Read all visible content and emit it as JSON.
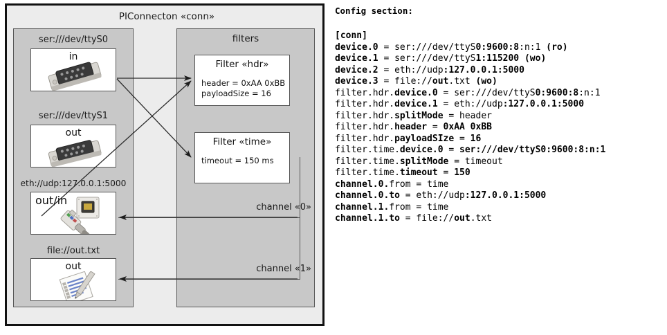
{
  "diagram": {
    "title": "PIConnecton «conn»",
    "devices_panel": {
      "name": "devices",
      "items": [
        {
          "label": "ser:///dev/ttyS0",
          "direction": "in",
          "icon": "serial-port-icon"
        },
        {
          "label": "ser:///dev/ttyS1",
          "direction": "out",
          "icon": "serial-port-icon"
        },
        {
          "label": "eth://udp:127.0.0.1:5000",
          "direction": "out/in",
          "icon": "network-jack-icon"
        },
        {
          "label": "file://out.txt",
          "direction": "out",
          "icon": "text-file-icon"
        }
      ]
    },
    "filters_panel": {
      "title": "filters",
      "filters": [
        {
          "title": "Filter «hdr»",
          "props": [
            "header = 0xAA 0xBB",
            "payloadSize = 16"
          ]
        },
        {
          "title": "Filter «time»",
          "props": [
            "timeout = 150 ms"
          ]
        }
      ],
      "channels": [
        {
          "label": "channel «0»"
        },
        {
          "label": "channel «1»"
        }
      ]
    }
  },
  "config": {
    "heading": "Config section:",
    "lines": [
      [
        {
          "t": "[conn]",
          "b": true
        }
      ],
      [
        {
          "t": "device.0 ",
          "b": true
        },
        {
          "t": "= ser:///dev/ttyS",
          "b": false
        },
        {
          "t": "0:9600:8",
          "b": true
        },
        {
          "t": ":n:1 ",
          "b": false
        },
        {
          "t": "(ro)",
          "b": true
        }
      ],
      [
        {
          "t": "device.1 ",
          "b": true
        },
        {
          "t": "= ser:///dev/ttyS",
          "b": false
        },
        {
          "t": "1:115200 ",
          "b": true
        },
        {
          "t": "(wo)",
          "b": true
        }
      ],
      [
        {
          "t": "device.2 ",
          "b": true
        },
        {
          "t": "= eth://udp",
          "b": false
        },
        {
          "t": ":127.0.0.1:5000",
          "b": true
        }
      ],
      [
        {
          "t": "device.3 ",
          "b": true
        },
        {
          "t": "= file://",
          "b": false
        },
        {
          "t": "out",
          "b": true
        },
        {
          "t": ".txt ",
          "b": false
        },
        {
          "t": "(wo)",
          "b": true
        }
      ],
      [
        {
          "t": "filter.hdr.",
          "b": false
        },
        {
          "t": "device.0 ",
          "b": true
        },
        {
          "t": "= ser:///dev/ttyS",
          "b": false
        },
        {
          "t": "0:9600:8",
          "b": true
        },
        {
          "t": ":n:1",
          "b": false
        }
      ],
      [
        {
          "t": "filter.hdr.",
          "b": false
        },
        {
          "t": "device.1 ",
          "b": true
        },
        {
          "t": "= eth://udp",
          "b": false
        },
        {
          "t": ":127.0.0.1:5000",
          "b": true
        }
      ],
      [
        {
          "t": "filter.hdr.",
          "b": false
        },
        {
          "t": "splitMode ",
          "b": true
        },
        {
          "t": "= header",
          "b": false
        }
      ],
      [
        {
          "t": "filter.hdr.",
          "b": false
        },
        {
          "t": "header ",
          "b": true
        },
        {
          "t": "= ",
          "b": false
        },
        {
          "t": "0xAA 0xBB",
          "b": true
        }
      ],
      [
        {
          "t": "filter.hdr.",
          "b": false
        },
        {
          "t": "payloadSIze ",
          "b": true
        },
        {
          "t": "= ",
          "b": false
        },
        {
          "t": "16",
          "b": true
        }
      ],
      [
        {
          "t": "filter.time.",
          "b": false
        },
        {
          "t": "device.0 ",
          "b": true
        },
        {
          "t": "= ",
          "b": false
        },
        {
          "t": "ser:///dev/ttyS0:9600:8:n:1",
          "b": true
        }
      ],
      [
        {
          "t": "filter.time.",
          "b": false
        },
        {
          "t": "splitMode ",
          "b": true
        },
        {
          "t": "= timeout",
          "b": false
        }
      ],
      [
        {
          "t": "filter.time.",
          "b": false
        },
        {
          "t": "timeout ",
          "b": true
        },
        {
          "t": "= ",
          "b": false
        },
        {
          "t": "150",
          "b": true
        }
      ],
      [
        {
          "t": "channel.0.",
          "b": true
        },
        {
          "t": "from ",
          "b": false
        },
        {
          "t": "= time",
          "b": false
        }
      ],
      [
        {
          "t": "channel.0.",
          "b": true
        },
        {
          "t": "to ",
          "b": true
        },
        {
          "t": "= eth://udp",
          "b": false
        },
        {
          "t": ":127.0.0.1:5000",
          "b": true
        }
      ],
      [
        {
          "t": "channel.1.",
          "b": true
        },
        {
          "t": "from ",
          "b": false
        },
        {
          "t": "= time",
          "b": false
        }
      ],
      [
        {
          "t": "channel.1.",
          "b": true
        },
        {
          "t": "to ",
          "b": true
        },
        {
          "t": "= file://",
          "b": false
        },
        {
          "t": "out",
          "b": true
        },
        {
          "t": ".txt",
          "b": false
        }
      ]
    ]
  },
  "colors": {
    "frame_bg": "#ececec",
    "panel_bg": "#c8c8c8",
    "card_bg": "#ffffff",
    "line": "#333333",
    "border": "#585858"
  }
}
